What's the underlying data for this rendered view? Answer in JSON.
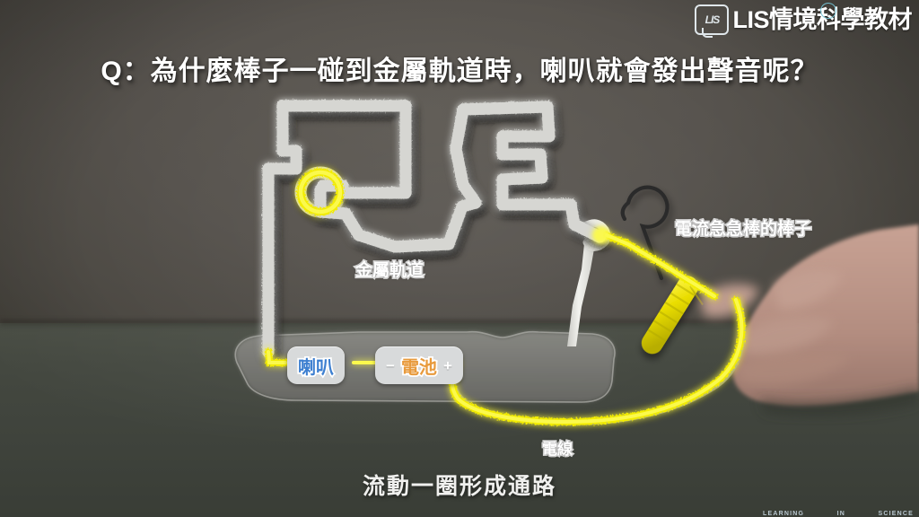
{
  "brand": {
    "badge_text": "LIS",
    "name": "LIS情境科學教材",
    "tagline_left": "LEARNING",
    "tagline_mid": "IN",
    "tagline_right": "SCIENCE"
  },
  "header": {
    "question": "Q：為什麼棒子一碰到金屬軌道時，喇叭就會發出聲音呢？"
  },
  "annotations": {
    "metal_track": "金屬軌道",
    "wand": "電流急急棒的棒子",
    "wire": "電線",
    "caption": "流動一圈形成通路"
  },
  "components": {
    "speaker": {
      "label": "喇叭"
    },
    "battery": {
      "label": "電池",
      "minus": "−",
      "plus": "+"
    }
  },
  "colors": {
    "current_glow": "#f5f000",
    "current_core": "#ffff66",
    "track_metal": "#d5d5d2",
    "wall": "#56524d",
    "table": "#424740",
    "speaker_text": "#3d7fd0",
    "battery_text": "#e89a3c",
    "base_plate": "#7d7d79",
    "handle": "#e8e000",
    "skin": "#bc9688"
  }
}
